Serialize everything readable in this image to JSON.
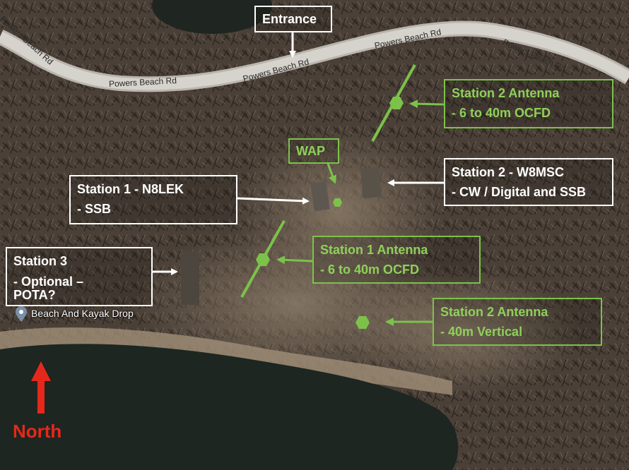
{
  "map": {
    "roads": [
      {
        "label": "Powers Beach Rd"
      },
      {
        "label": "Powers Beach Rd"
      },
      {
        "label": "Powers Beach Rd"
      },
      {
        "label": "Powers Beach Rd"
      },
      {
        "label": "Powers Beach Rd"
      }
    ],
    "poi": {
      "label": "Beach And Kayak Drop",
      "icon": "map-pin-icon"
    },
    "north": {
      "label": "North",
      "color": "#e5281c"
    },
    "colors": {
      "green": "#7cc24a",
      "white": "#ffffff",
      "water": "#1d2620"
    }
  },
  "callouts": {
    "entrance": {
      "line1": "Entrance"
    },
    "station1": {
      "line1": "Station 1 - N8LEK",
      "line2": "- SSB"
    },
    "station2": {
      "line1": "Station 2 - W8MSC",
      "line2": "- CW / Digital and SSB"
    },
    "station3": {
      "line1": "Station 3",
      "line2": "- Optional –",
      "line3": "POTA?"
    },
    "wap": {
      "line1": "WAP"
    },
    "station2_antenna_ocfd": {
      "line1": "Station 2 Antenna",
      "line2": "- 6 to 40m OCFD"
    },
    "station1_antenna_ocfd": {
      "line1": "Station 1 Antenna",
      "line2": "- 6 to 40m OCFD"
    },
    "station2_antenna_vertical": {
      "line1": "Station 2 Antenna",
      "line2": "- 40m Vertical"
    }
  }
}
